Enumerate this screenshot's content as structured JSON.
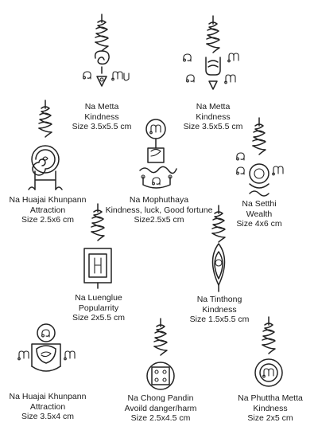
{
  "yantras": [
    {
      "name": "Na Metta",
      "meaning": "Kindness",
      "size": "Size 3.5x5.5 cm",
      "icon": "metta-yantra-icon"
    },
    {
      "name": "Na Metta",
      "meaning": "Kindness",
      "size": "Size 3.5x5.5 cm",
      "icon": "metta-yantra-icon"
    },
    {
      "name": "Na Huajai Khunpann",
      "meaning": "Attraction",
      "size": "Size 2.5x6 cm",
      "icon": "huajai-khunpann-yantra-icon"
    },
    {
      "name": "Na Mophuthaya",
      "meaning": "Kindness, luck, Good fortune",
      "size": "Size2.5x5 cm",
      "icon": "mophuthaya-yantra-icon"
    },
    {
      "name": "Na Setthi",
      "meaning": "Wealth",
      "size": "Size 4x6 cm",
      "icon": "setthi-yantra-icon"
    },
    {
      "name": "Na Luenglue",
      "meaning": "Popularrity",
      "size": "Size 2x5.5 cm",
      "icon": "luenglue-yantra-icon"
    },
    {
      "name": "Na Tinthong",
      "meaning": "Kindness",
      "size": "Size 1.5x5.5 cm",
      "icon": "tinthong-yantra-icon"
    },
    {
      "name": "Na Huajai Khunpann",
      "meaning": "Attraction",
      "size": "Size 3.5x4 cm",
      "icon": "huajai-khunpann-yantra-icon"
    },
    {
      "name": "Na Chong Pandin",
      "meaning": "Avoild danger/harm",
      "size": "Size 2.5x4.5 cm",
      "icon": "chong-pandin-yantra-icon"
    },
    {
      "name": "Na Phuttha Metta",
      "meaning": "Kindness",
      "size": "Size 2x5 cm",
      "icon": "phuttha-metta-yantra-icon"
    }
  ]
}
